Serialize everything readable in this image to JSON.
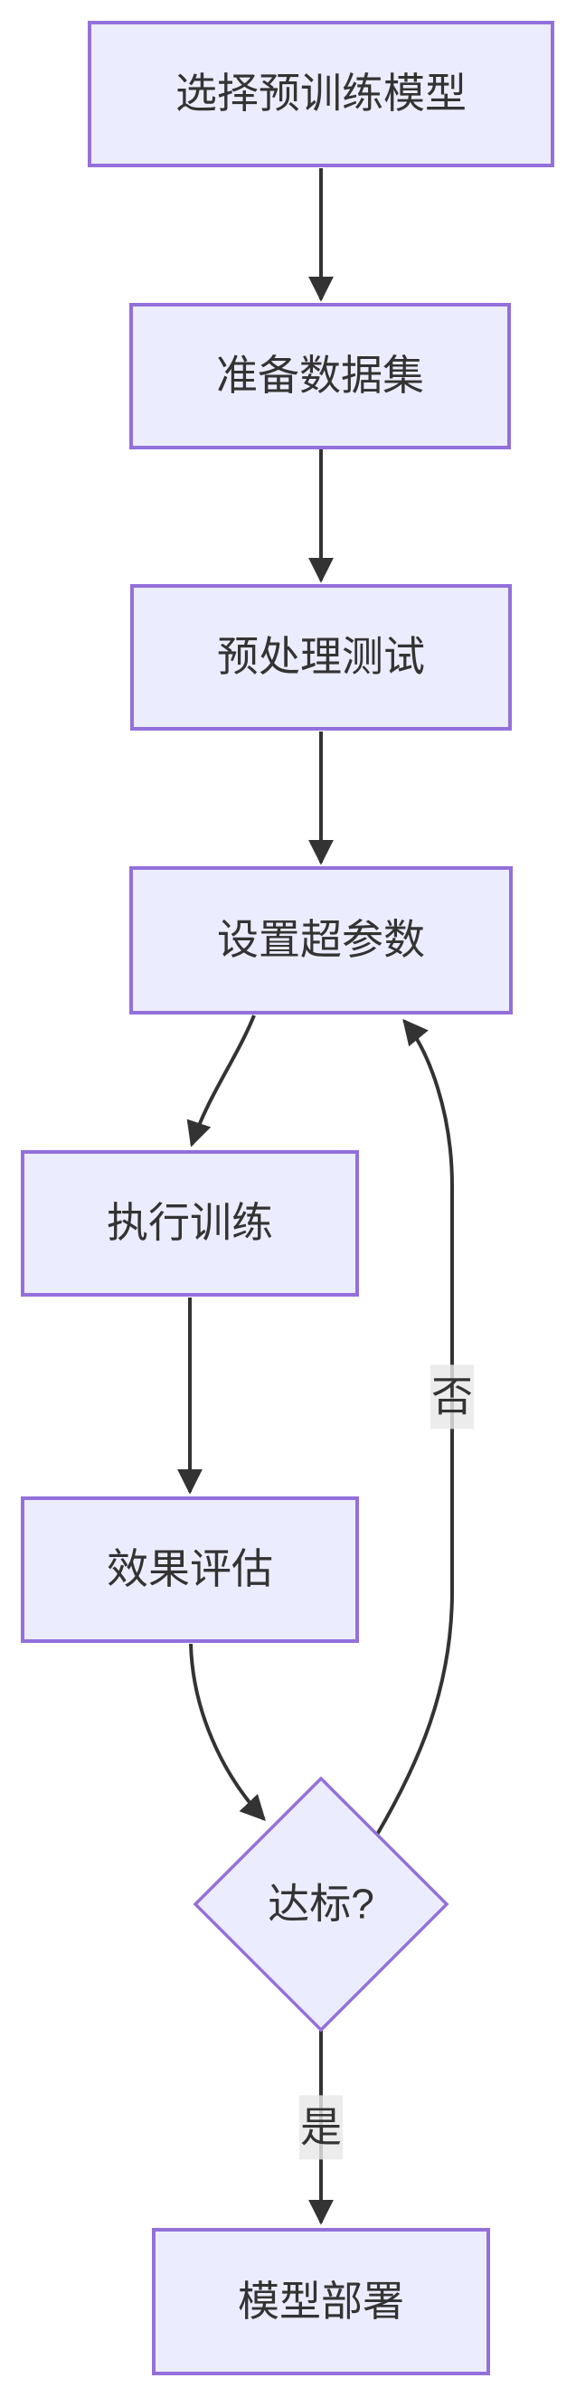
{
  "diagram": {
    "type": "flowchart",
    "direction": "top-down",
    "nodes": [
      {
        "id": "n1",
        "shape": "rect",
        "label": "选择预训练模型"
      },
      {
        "id": "n2",
        "shape": "rect",
        "label": "准备数据集"
      },
      {
        "id": "n3",
        "shape": "rect",
        "label": "预处理测试"
      },
      {
        "id": "n4",
        "shape": "rect",
        "label": "设置超参数"
      },
      {
        "id": "n5",
        "shape": "rect",
        "label": "执行训练"
      },
      {
        "id": "n6",
        "shape": "rect",
        "label": "效果评估"
      },
      {
        "id": "n7",
        "shape": "diamond",
        "label": "达标?"
      },
      {
        "id": "n8",
        "shape": "rect",
        "label": "模型部署"
      }
    ],
    "edges": [
      {
        "from": "选择预训练模型",
        "to": "准备数据集",
        "label": ""
      },
      {
        "from": "准备数据集",
        "to": "预处理测试",
        "label": ""
      },
      {
        "from": "预处理测试",
        "to": "设置超参数",
        "label": ""
      },
      {
        "from": "设置超参数",
        "to": "执行训练",
        "label": ""
      },
      {
        "from": "执行训练",
        "to": "效果评估",
        "label": ""
      },
      {
        "from": "效果评估",
        "to": "达标?",
        "label": ""
      },
      {
        "from": "达标?",
        "to": "设置超参数",
        "label": "否"
      },
      {
        "from": "达标?",
        "to": "模型部署",
        "label": "是"
      }
    ],
    "colors": {
      "node_fill": "#ECECFF",
      "node_border": "#9370DB",
      "edge_stroke": "#333333",
      "text": "#333333",
      "edge_label_bg": "#e8e8e8"
    }
  }
}
